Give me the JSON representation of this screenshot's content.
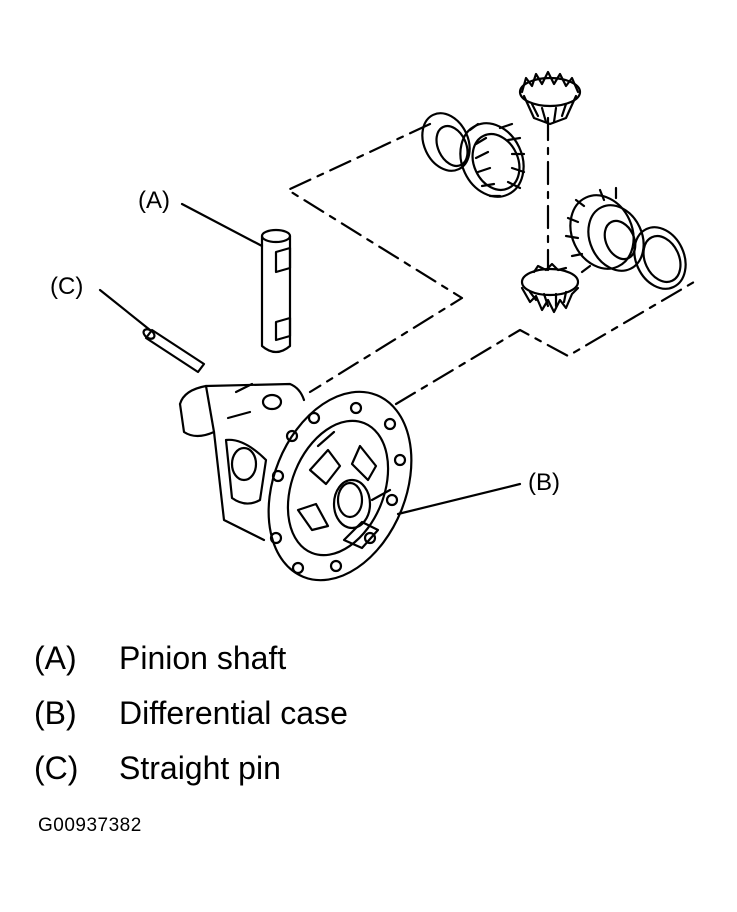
{
  "callouts": {
    "a": "(A)",
    "b": "(B)",
    "c": "(C)"
  },
  "legend": [
    {
      "code": "(A)",
      "label": "Pinion shaft"
    },
    {
      "code": "(B)",
      "label": "Differential case"
    },
    {
      "code": "(C)",
      "label": "Straight pin"
    }
  ],
  "figure_id": "G00937382"
}
